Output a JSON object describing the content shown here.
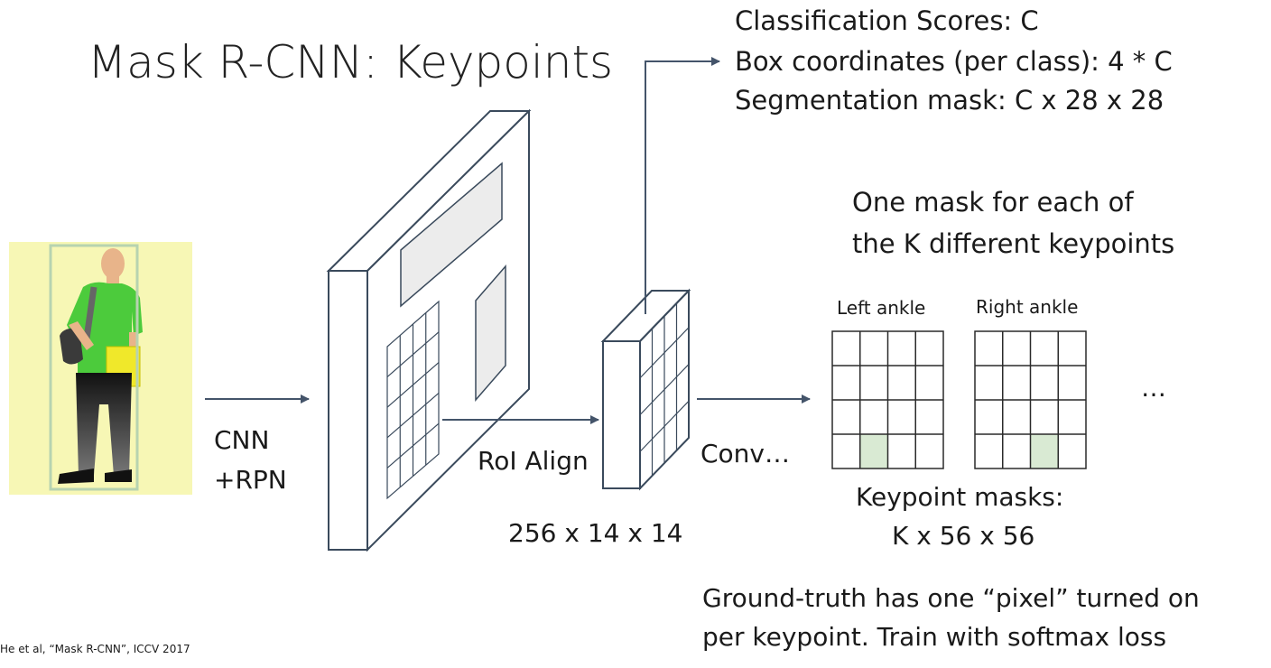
{
  "title": "Mask R-CNN: Keypoints",
  "outputs": {
    "line1": "Classification Scores: C",
    "line2": "Box coordinates (per class): 4 * C",
    "line3": "Segmentation mask: C x 28 x 28"
  },
  "keypoint_note": {
    "line1": "One mask for each of",
    "line2": "the K different keypoints"
  },
  "labels": {
    "cnn_line1": "CNN",
    "cnn_line2": "+RPN",
    "roi_align": "RoI Align",
    "roi_size": "256 x 14 x 14",
    "conv": "Conv…",
    "left_ankle": "Left ankle",
    "right_ankle": "Right ankle",
    "ellipsis": "…",
    "masks_line1": "Keypoint masks:",
    "masks_line2": "K x 56 x 56"
  },
  "ground_truth": {
    "line1": "Ground-truth has one “pixel” turned on",
    "line2": "per keypoint. Train with softmax loss"
  },
  "citation": "He et al, “Mask R-CNN”, ICCV 2017",
  "colors": {
    "line": "#3a4a5c",
    "arrow": "#44546a",
    "image_bg": "#f7f7b5",
    "highlight": "#d9ead3",
    "shirt": "#4ccb3c",
    "feature_fill": "#ececec"
  }
}
